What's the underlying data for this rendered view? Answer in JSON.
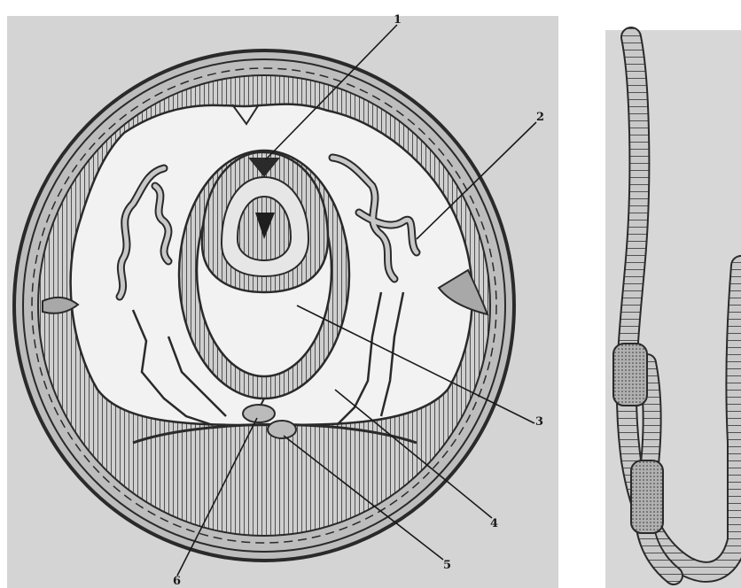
{
  "labels": [
    {
      "id": "1",
      "text": "1"
    },
    {
      "id": "2",
      "text": "2"
    },
    {
      "id": "3",
      "text": "3"
    },
    {
      "id": "4",
      "text": "4"
    },
    {
      "id": "5",
      "text": "5"
    },
    {
      "id": "6",
      "text": "6"
    }
  ],
  "colors": {
    "paper": "#d4d4d4",
    "ink": "#2a2a2a",
    "cavity": "#f2f2f2",
    "muscle": "#9a9a9a"
  }
}
